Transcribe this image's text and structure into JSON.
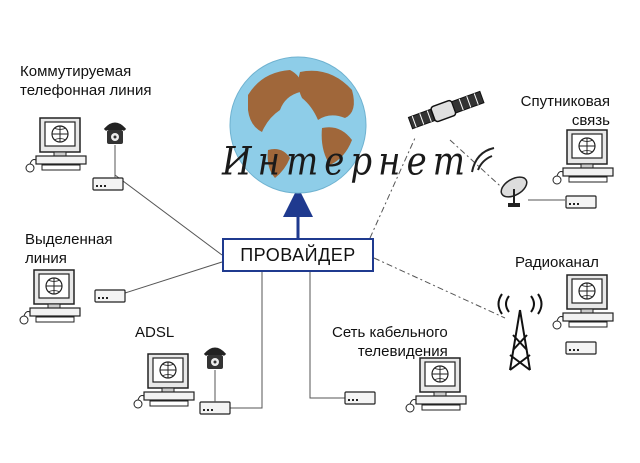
{
  "internet_label": "Интернет",
  "provider_label": "ПРОВАЙДЕР",
  "connections": [
    {
      "id": "dialup",
      "label": "Коммутируемая\nтелефонная линия",
      "link": "solid"
    },
    {
      "id": "leased",
      "label": "Выделенная\nлиния",
      "link": "solid"
    },
    {
      "id": "adsl",
      "label": "ADSL",
      "link": "solid"
    },
    {
      "id": "cable",
      "label": "Сеть кабельного\nтелевидения",
      "link": "solid"
    },
    {
      "id": "satellite",
      "label": "Спутниковая\nсвязь",
      "link": "dash-dot"
    },
    {
      "id": "radio",
      "label": "Радиоканал",
      "link": "dash-dot"
    }
  ],
  "colors": {
    "ocean": "#8ecde8",
    "land": "#a0673a",
    "box_border": "#1f3a8f",
    "arrow": "#1f3a8f",
    "line": "#555555"
  }
}
